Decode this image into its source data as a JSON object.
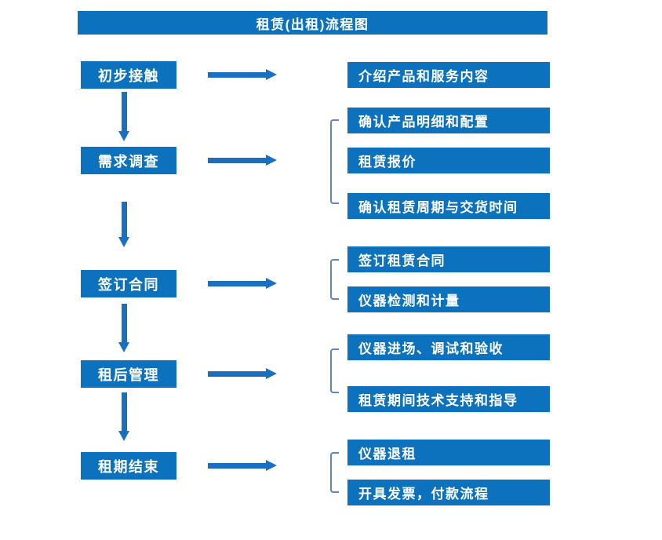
{
  "title": "租赁(出租)流程图",
  "colors": {
    "box_blue": "#0d72bd",
    "arrow_blue": "#1b6fc1",
    "bracket_blue": "#5b87c5",
    "text_white": "#ffffff",
    "background": "#ffffff"
  },
  "flow": {
    "steps": [
      {
        "label": "初步接触",
        "outputs": [
          "介绍产品和服务内容"
        ]
      },
      {
        "label": "需求调查",
        "outputs": [
          "确认产品明细和配置",
          "租赁报价",
          "确认租赁周期与交货时间"
        ]
      },
      {
        "label": "签订合同",
        "outputs": [
          "签订租赁合同",
          "仪器检测和计量"
        ]
      },
      {
        "label": "租后管理",
        "outputs": [
          "仪器进场、调试和验收",
          "租赁期间技术支持和指导"
        ]
      },
      {
        "label": "租期结束",
        "outputs": [
          "仪器退租",
          "开具发票，付款流程"
        ]
      }
    ]
  }
}
